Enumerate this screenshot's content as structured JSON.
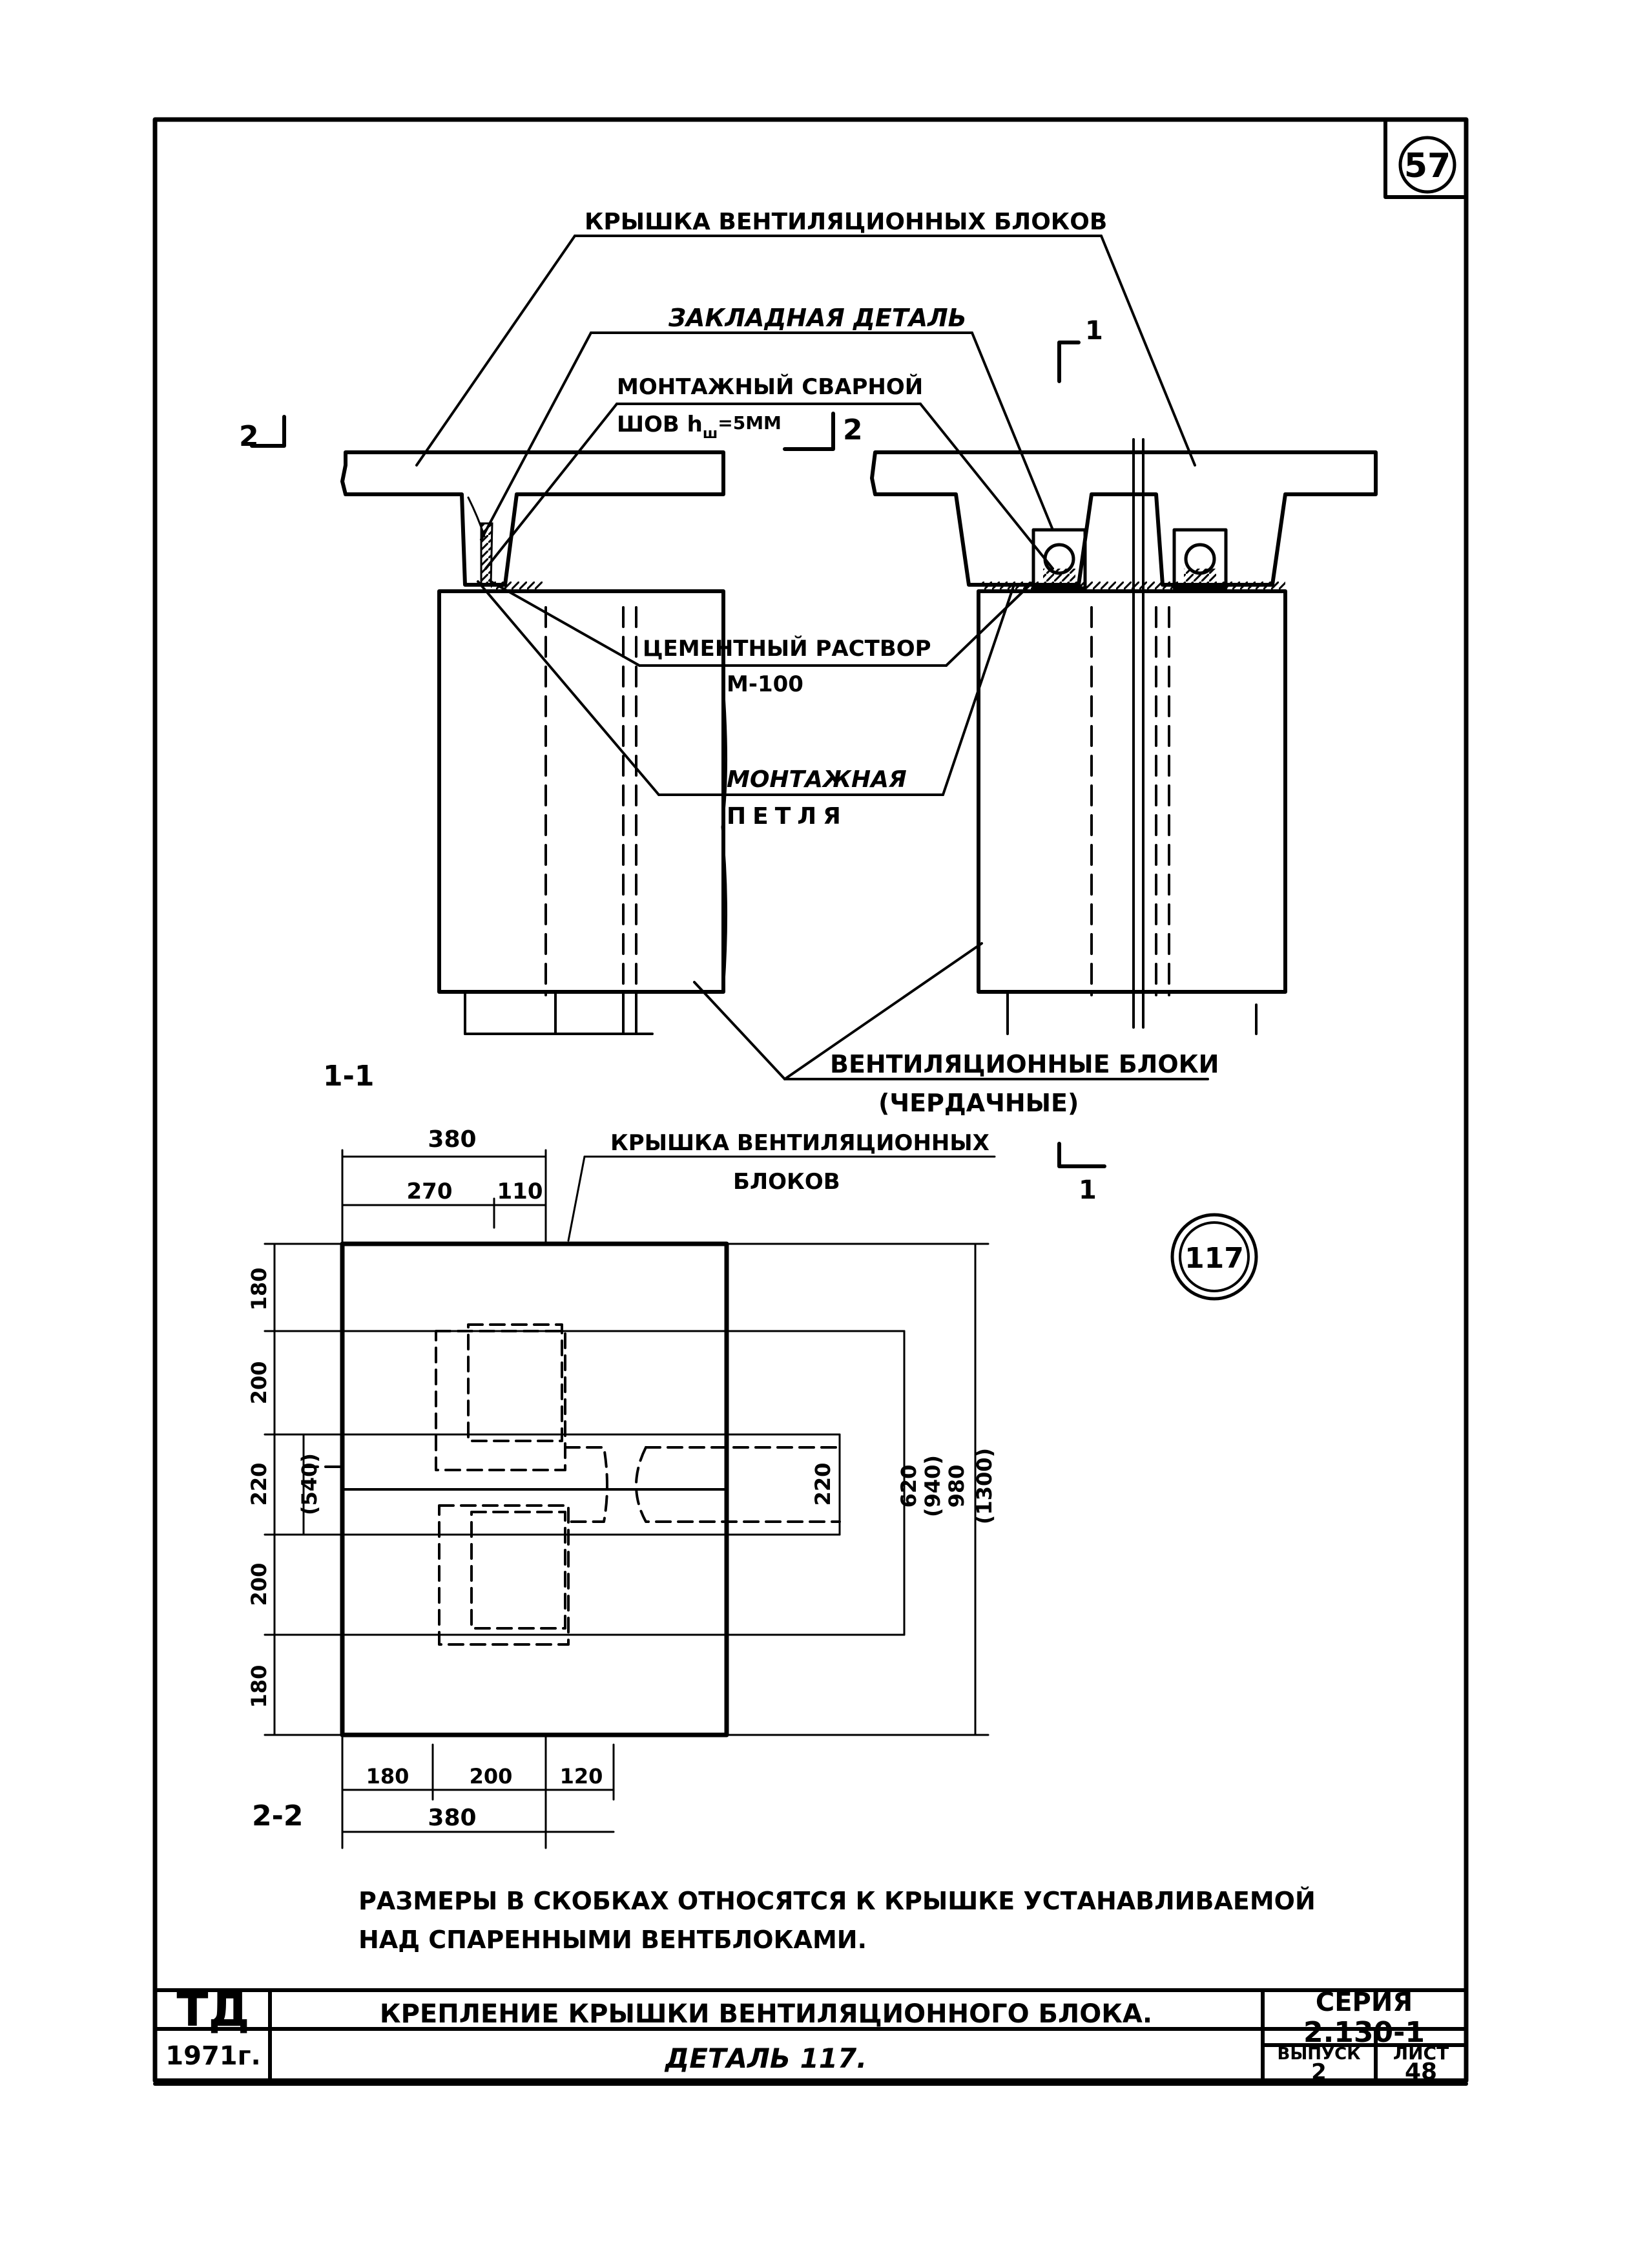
{
  "sheet_number": "57",
  "detail_marker": "117",
  "top_view": {
    "labels": {
      "cover": "КРЫШКА ВЕНТИЛЯЦИОННЫХ БЛОКОВ",
      "embedded_part": "ЗАКЛАДНАЯ ДЕТАЛЬ",
      "weld_line1": "МОНТАЖНЫЙ СВАРНОЙ",
      "weld_line2": "ШОВ h",
      "weld_sub": "ш",
      "weld_value": "=5ММ",
      "mortar_line1": "ЦЕМЕНТНЫЙ РАСТВОР",
      "mortar_line2": "М-100",
      "loop_line1": "МОНТАЖНАЯ",
      "loop_line2": "ПЕТЛЯ",
      "blocks_line1": "ВЕНТИЛЯЦИОННЫЕ БЛОКИ",
      "blocks_line2": "(ЧЕРДАЧНЫЕ)"
    },
    "section_marks": {
      "mark_1": "1",
      "mark_2_left": "2",
      "mark_2_right": "2"
    }
  },
  "plan_view": {
    "section_label": "1-1",
    "cut_mark": "1",
    "cover_label_line1": "КРЫШКА ВЕНТИЛЯЦИОННЫХ",
    "cover_label_line2": "БЛОКОВ",
    "top_dims": {
      "overall": "380",
      "left": "270",
      "right": "110"
    },
    "left_dims": [
      "180",
      "200",
      "220",
      "200",
      "180"
    ],
    "left_bracket": "(540)",
    "right_dims": {
      "inner": "220",
      "d620": "620",
      "d940": "(940)",
      "d980": "980",
      "d1300": "(1300)"
    },
    "bottom_dims": [
      "180",
      "200",
      "120"
    ],
    "bottom_overall": "380",
    "bottom_section_label": "2-2"
  },
  "note": {
    "line1": "РАЗМЕРЫ В СКОБКАХ ОТНОСЯТСЯ К КРЫШКЕ УСТАНАВЛИВАЕМОЙ",
    "line2": "НАД СПАРЕННЫМИ ВЕНТБЛОКАМИ."
  },
  "title_block": {
    "code": "ТД",
    "year": "1971г.",
    "title": "КРЕПЛЕНИЕ КРЫШКИ ВЕНТИЛЯЦИОННОГО БЛОКА.",
    "detail": "ДЕТАЛЬ 117.",
    "series_label": "СЕРИЯ",
    "series_value": "2.130-1",
    "issue_label": "ВЫПУСК",
    "issue_value": "2",
    "sheet_label": "ЛИСТ",
    "sheet_value": "48"
  }
}
